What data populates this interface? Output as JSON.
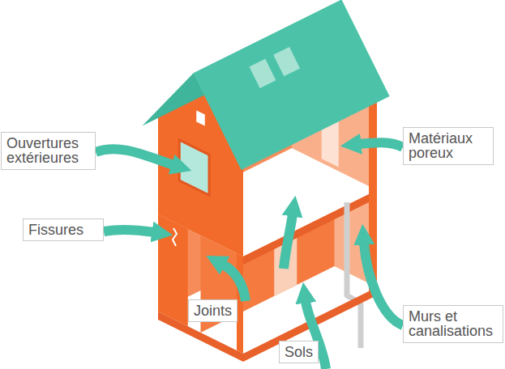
{
  "diagram": {
    "nodes": [
      {
        "text": [
          "Ouvertures extérieures"
        ]
      },
      {
        "text": [
          "Matériaux poreux"
        ]
      },
      {
        "text": [
          "Fissures"
        ]
      },
      {
        "text": [
          "Joints"
        ]
      },
      {
        "text": [
          "Murs et canalisations"
        ]
      },
      {
        "text": [
          "Sols"
        ]
      }
    ]
  }
}
